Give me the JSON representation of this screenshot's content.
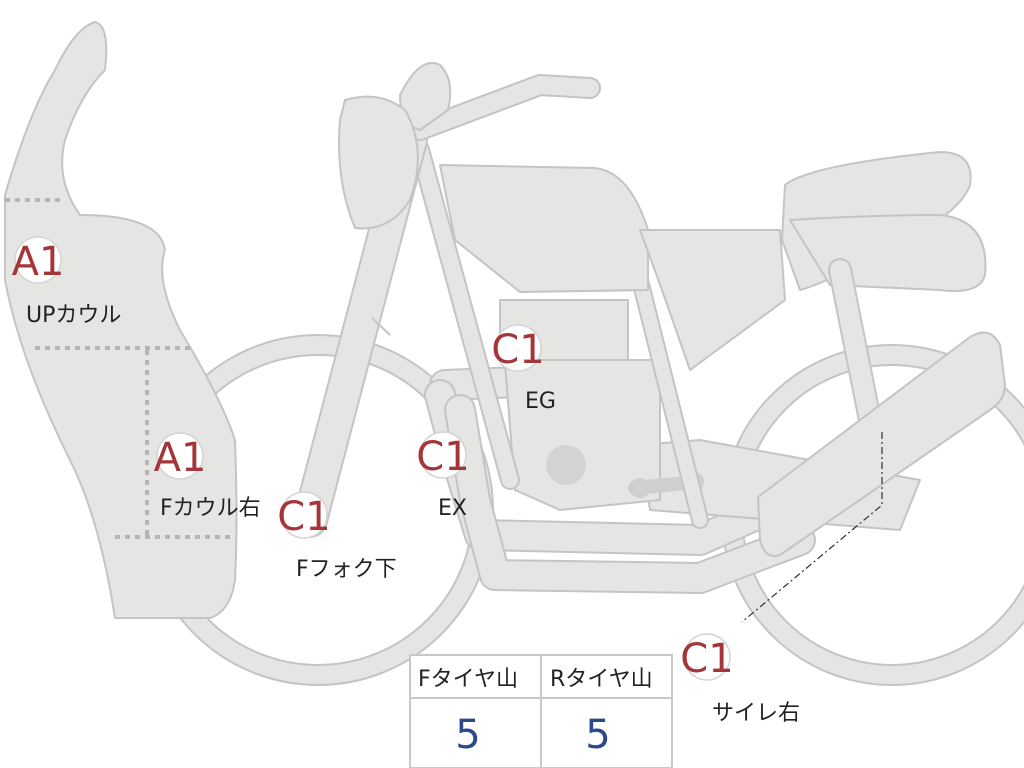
{
  "badges": [
    {
      "id": "up-cowl",
      "grade": "A1",
      "label": "UPカウル"
    },
    {
      "id": "f-cowl-right",
      "grade": "A1",
      "label": "Fカウル右"
    },
    {
      "id": "f-fork-lower",
      "grade": "C1",
      "label": "Fフォク下"
    },
    {
      "id": "exhaust",
      "grade": "C1",
      "label": "EX"
    },
    {
      "id": "engine",
      "grade": "C1",
      "label": "EG"
    },
    {
      "id": "muffler-right",
      "grade": "C1",
      "label": "サイレ右"
    }
  ],
  "tire_table": {
    "headers": [
      "Fタイヤ山",
      "Rタイヤ山"
    ],
    "values": [
      "5",
      "5"
    ]
  },
  "colors": {
    "grade_text": "#a4363a",
    "value_text": "#2c4a8a",
    "part_fill": "#e5e5e3",
    "part_outline": "#c4c4c2"
  }
}
